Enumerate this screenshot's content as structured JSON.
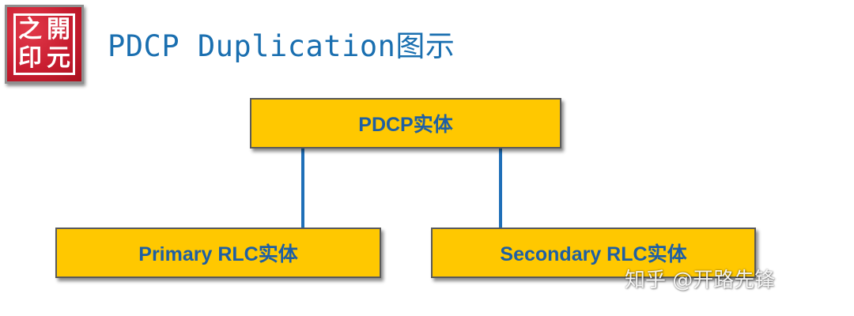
{
  "seal": {
    "chars": [
      "之",
      "開",
      "印",
      "元"
    ],
    "color": "#c81d30"
  },
  "title": "PDCP Duplication图示",
  "diagram": {
    "top_box": {
      "label": "PDCP实体"
    },
    "left_box": {
      "label": "Primary RLC实体"
    },
    "right_box": {
      "label": "Secondary RLC实体"
    },
    "box_color": "#ffc800",
    "text_color": "#1f5fa3",
    "connector_color": "#1f6fb8"
  },
  "watermark": "知乎 @开路先锋"
}
